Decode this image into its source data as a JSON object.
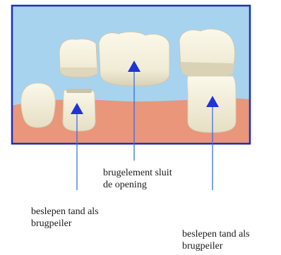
{
  "colors": {
    "frame": "#1b2fb8",
    "sky": "#a7d3ef",
    "gum": "#e9967a",
    "tooth": "#f4f0de",
    "tooth_shade": "#d9d3ba",
    "arrow": "#1f33d6",
    "pointer_line": "#3b6fe0"
  },
  "labels": {
    "bridge": [
      "brugelement sluit",
      "de opening"
    ],
    "left_abutment": [
      "beslepen tand als",
      "brugpeiler"
    ],
    "right_abutment": [
      "beslepen tand als",
      "brugpeiler"
    ]
  }
}
